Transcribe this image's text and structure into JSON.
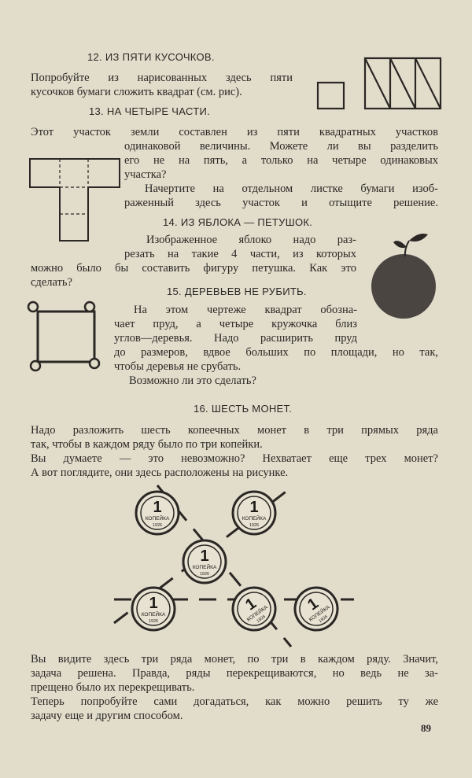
{
  "problems": [
    {
      "title": "12. ИЗ ПЯТИ КУСОЧКОВ.",
      "lines": [
        "Попробуйте из нарисованных здесь пяти",
        "кусочков бумаги сложить квадрат (см. рис)."
      ]
    },
    {
      "title": "13. НА ЧЕТЫРЕ ЧАСТИ.",
      "lines": [
        "Этот участок земли составлен из пяти квадратных участков",
        "одинаковой величины. Можете ли вы разделить",
        "его не на пять, а только на четыре одинаковых",
        "участка?",
        "Начертите на отдельном листке бумаги изоб-",
        "раженный здесь участок и отыщите решение."
      ]
    },
    {
      "title": "14. ИЗ ЯБЛОКА — ПЕТУШОК.",
      "lines": [
        "Изображенное яблоко надо раз-",
        "резать на такие 4 части, из которых",
        "можно было бы составить фигуру петушка. Как это",
        "сделать?"
      ]
    },
    {
      "title": "15. ДЕРЕВЬЕВ НЕ РУБИТЬ.",
      "lines": [
        "На этом чертеже квадрат обозна-",
        "чает пруд, а четыре кружочка близ",
        "углов—деревья. Надо расширить пруд",
        "до размеров, вдвое больших по площади, но так,",
        "чтобы деревья не срубать.",
        "Возможно ли это сделать?"
      ]
    },
    {
      "title": "16. ШЕСТЬ МОНЕТ.",
      "lines": [
        "Надо разложить шесть копеечных монет в три прямых ряда",
        "так, чтобы в каждом ряду было по три копейки.",
        "Вы думаете — это невозможно? Нехватает еще трех монет?",
        "А вот поглядите, они здесь расположены на рисунке.",
        "Вы видите здесь три ряда монет, по три в каждом ряду. Значит,",
        "задача решена. Правда, ряды перекрещиваются, но ведь не за-",
        "прещено было их перекрещивать.",
        "Теперь попробуйте сами догадаться, как можно решить ту же",
        "задачу еще и другим способом."
      ]
    }
  ],
  "coin": {
    "denomination": "1",
    "word": "КОПЕЙКА",
    "year": "1926"
  },
  "page_number": "89",
  "colors": {
    "paper": "#e2dccb",
    "ink": "#2a2724",
    "apple": "#4a4541"
  }
}
